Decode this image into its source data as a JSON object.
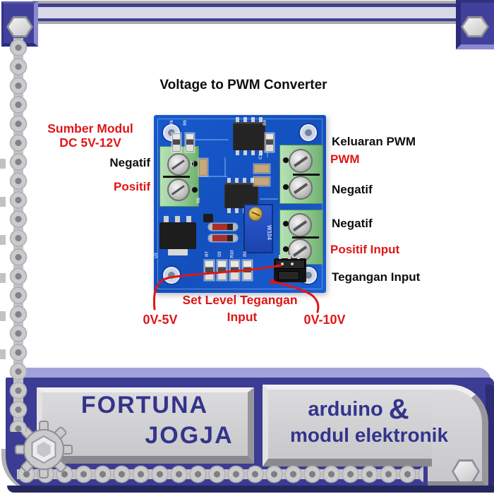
{
  "title": "Voltage to PWM Converter",
  "labels": {
    "sumber_line1": "Sumber Modul",
    "sumber_line2": "DC 5V-12V",
    "left_negatif": "Negatif",
    "left_positif": "Positif",
    "keluaran_pwm": "Keluaran PWM",
    "pwm": "PWM",
    "right_negatif_1": "Negatif",
    "right_negatif_2": "Negatif",
    "positif_input": "Positif Input",
    "tegangan_input": "Tegangan Input",
    "set_level_line1": "Set Level Tegangan",
    "set_level_line2": "Input",
    "range_low": "0V-5V",
    "range_high": "0V-10V"
  },
  "pcb": {
    "silkscreen": {
      "r6": "R6",
      "r5": "R5",
      "r4": "R4",
      "c2": "C2",
      "c1": "C1",
      "r8": "R8",
      "u3": "U3",
      "r7": "R7",
      "d5": "D5",
      "r10": "R10",
      "r9": "R9"
    },
    "trimmer_label": "W104"
  },
  "banner": {
    "shop_line1": "FORTUNA",
    "shop_line2": "JOGJA",
    "tagline_word1": "arduino",
    "tagline_amp": "&",
    "tagline_line2": "modul elektronik"
  },
  "colors": {
    "navy": "#3c3c94",
    "navy_dark": "#26265e",
    "periwinkle": "#a2a2da",
    "annotation_red": "#df1616",
    "annotation_black": "#0e0e0e",
    "pcb_blue": "#1456c8",
    "terminal_green": "#8ec98e",
    "panel_gray": "#d2d2d5"
  }
}
